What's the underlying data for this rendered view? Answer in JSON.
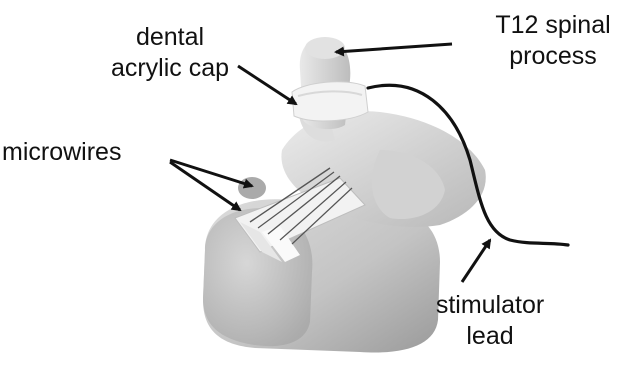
{
  "labels": {
    "dental_line1": "dental",
    "dental_line2": "acrylic cap",
    "t12_line1": "T12 spinal",
    "t12_line2": "process",
    "microwires": "microwires",
    "stim_line1": "stimulator",
    "stim_line2": "lead"
  },
  "colors": {
    "bone_light": "#e4e4e4",
    "bone_mid": "#c9c9c9",
    "bone_dark": "#9d9d9d",
    "cap": "#f1f1f1",
    "lead": "#111111",
    "arrow": "#111111"
  }
}
